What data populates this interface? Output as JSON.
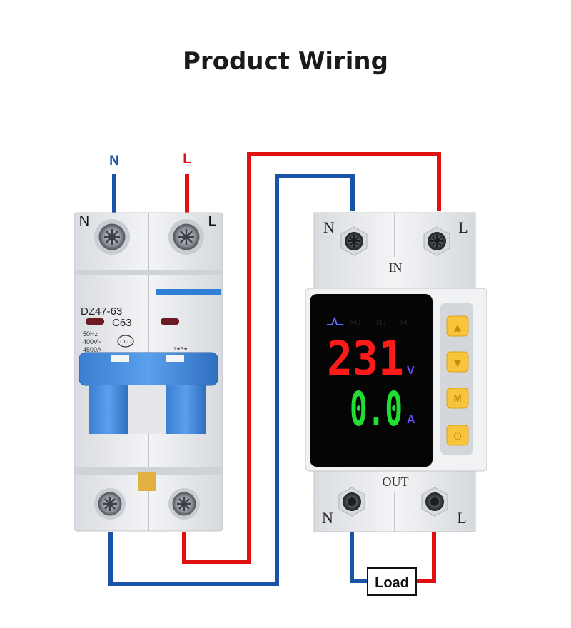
{
  "title": "Product Wiring",
  "supply": {
    "neutral_label": "N",
    "live_label": "L"
  },
  "breaker": {
    "model": "DZ47-63",
    "rating": "C63",
    "spec_freq": "50Hz",
    "spec_voltage": "400V~",
    "spec_capacity": "4500A",
    "mark": "CCC",
    "small_mark": "1★3★",
    "terminal_n": "N",
    "terminal_l": "L"
  },
  "protector": {
    "in_label": "IN",
    "out_label": "OUT",
    "terminal_in_n": "N",
    "terminal_in_l": "L",
    "terminal_out_n": "N",
    "terminal_out_l": "L",
    "indicators": [
      ">U",
      "<U",
      ">I"
    ],
    "voltage_value": "231",
    "voltage_unit": "V",
    "current_value": "0.0",
    "current_unit": "A",
    "buttons": [
      {
        "name": "up",
        "label": "▲"
      },
      {
        "name": "down",
        "label": "▼"
      },
      {
        "name": "menu",
        "label": "M"
      },
      {
        "name": "power",
        "label": "⏻"
      }
    ]
  },
  "load_label": "Load",
  "colors": {
    "neutral_wire": "#1a52a6",
    "live_wire": "#e01010",
    "voltage_digits": "#ff1a1a",
    "current_digits": "#22dd33",
    "unit_text": "#6a4cff",
    "button": "#f8c53a"
  }
}
